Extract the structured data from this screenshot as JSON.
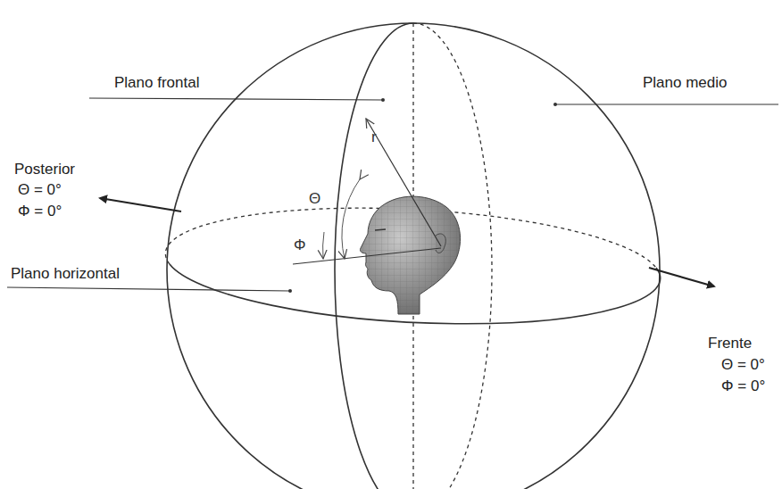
{
  "diagram": {
    "labels": [
      "Plano frontal",
      "Plano medio",
      "Posterior",
      "Θ = 0°",
      "Φ = 0°",
      "Plano horizontal",
      "Frente",
      "Θ = 0°",
      "Φ = 0°",
      "r",
      "Θ",
      "Φ"
    ]
  }
}
